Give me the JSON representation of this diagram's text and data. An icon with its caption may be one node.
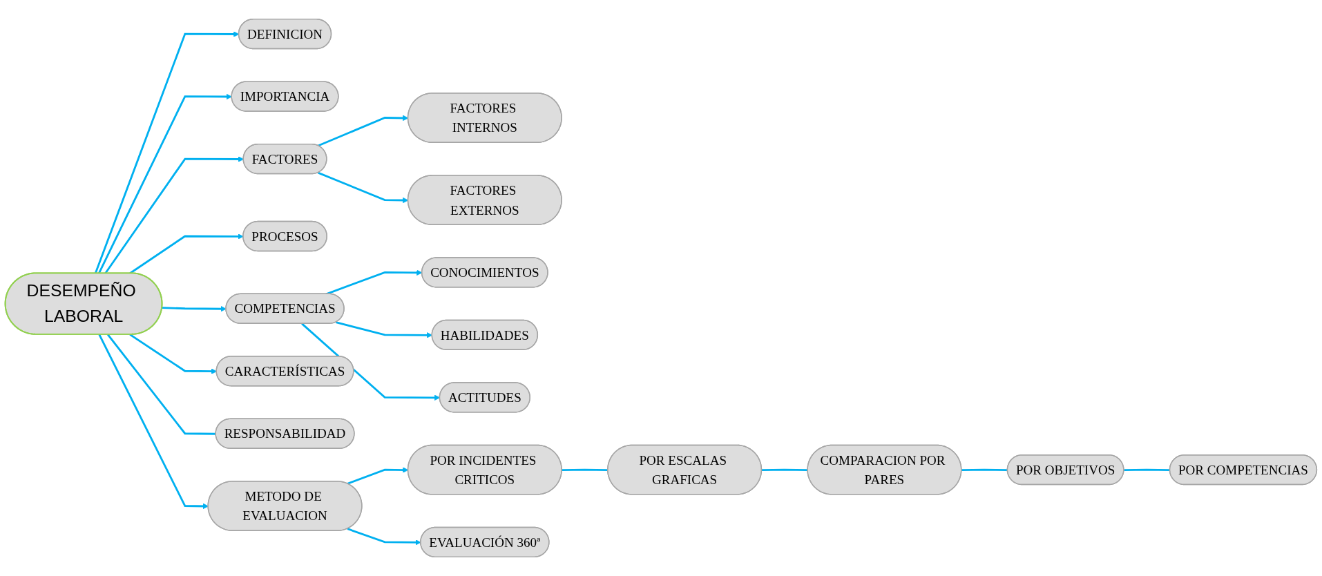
{
  "diagram": {
    "nodes": [
      {
        "text": [
          "DESEMPEÑO LABORAL"
        ]
      },
      {
        "text": [
          "DEFINICION"
        ]
      },
      {
        "text": [
          "IMPORTANCIA"
        ]
      },
      {
        "text": [
          "FACTORES"
        ]
      },
      {
        "text": [
          "FACTORES INTERNOS"
        ]
      },
      {
        "text": [
          "FACTORES EXTERNOS"
        ]
      },
      {
        "text": [
          "PROCESOS"
        ]
      },
      {
        "text": [
          "COMPETENCIAS"
        ]
      },
      {
        "text": [
          "CONOCIMIENTOS"
        ]
      },
      {
        "text": [
          "HABILIDADES"
        ]
      },
      {
        "text": [
          "ACTITUDES"
        ]
      },
      {
        "text": [
          "CARACTERÍSTICAS"
        ]
      },
      {
        "text": [
          "RESPONSABILIDAD"
        ]
      },
      {
        "text": [
          "METODO DE EVALUACION"
        ]
      },
      {
        "text": [
          "POR INCIDENTES CRITICOS"
        ]
      },
      {
        "text": [
          "EVALUACIÓN 360ª"
        ]
      },
      {
        "text": [
          "POR ESCALAS GRAFICAS"
        ]
      },
      {
        "text": [
          "COMPARACION POR PARES"
        ]
      },
      {
        "text": [
          "POR OBJETIVOS"
        ]
      },
      {
        "text": [
          "POR COMPETENCIAS"
        ]
      }
    ],
    "edges": [
      {
        "from": 0,
        "to": 1,
        "arrow": "to"
      },
      {
        "from": 0,
        "to": 2,
        "arrow": "to"
      },
      {
        "from": 0,
        "to": 3,
        "arrow": "to"
      },
      {
        "from": 3,
        "to": 4,
        "arrow": "to"
      },
      {
        "from": 3,
        "to": 5,
        "arrow": "to"
      },
      {
        "from": 0,
        "to": 6,
        "arrow": "to"
      },
      {
        "from": 0,
        "to": 7,
        "arrow": "to"
      },
      {
        "from": 7,
        "to": 8,
        "arrow": "to"
      },
      {
        "from": 7,
        "to": 9,
        "arrow": "to"
      },
      {
        "from": 7,
        "to": 10,
        "arrow": "to"
      },
      {
        "from": 0,
        "to": 11,
        "arrow": "to"
      },
      {
        "from": 0,
        "to": 12,
        "arrow": "none"
      },
      {
        "from": 0,
        "to": 13,
        "arrow": "to"
      },
      {
        "from": 13,
        "to": 14,
        "arrow": "to"
      },
      {
        "from": 13,
        "to": 15,
        "arrow": "to"
      },
      {
        "from": 14,
        "to": 16,
        "arrow": "none"
      },
      {
        "from": 16,
        "to": 17,
        "arrow": "none"
      },
      {
        "from": 17,
        "to": 18,
        "arrow": "none"
      },
      {
        "from": 18,
        "to": 19,
        "arrow": "none"
      }
    ]
  }
}
